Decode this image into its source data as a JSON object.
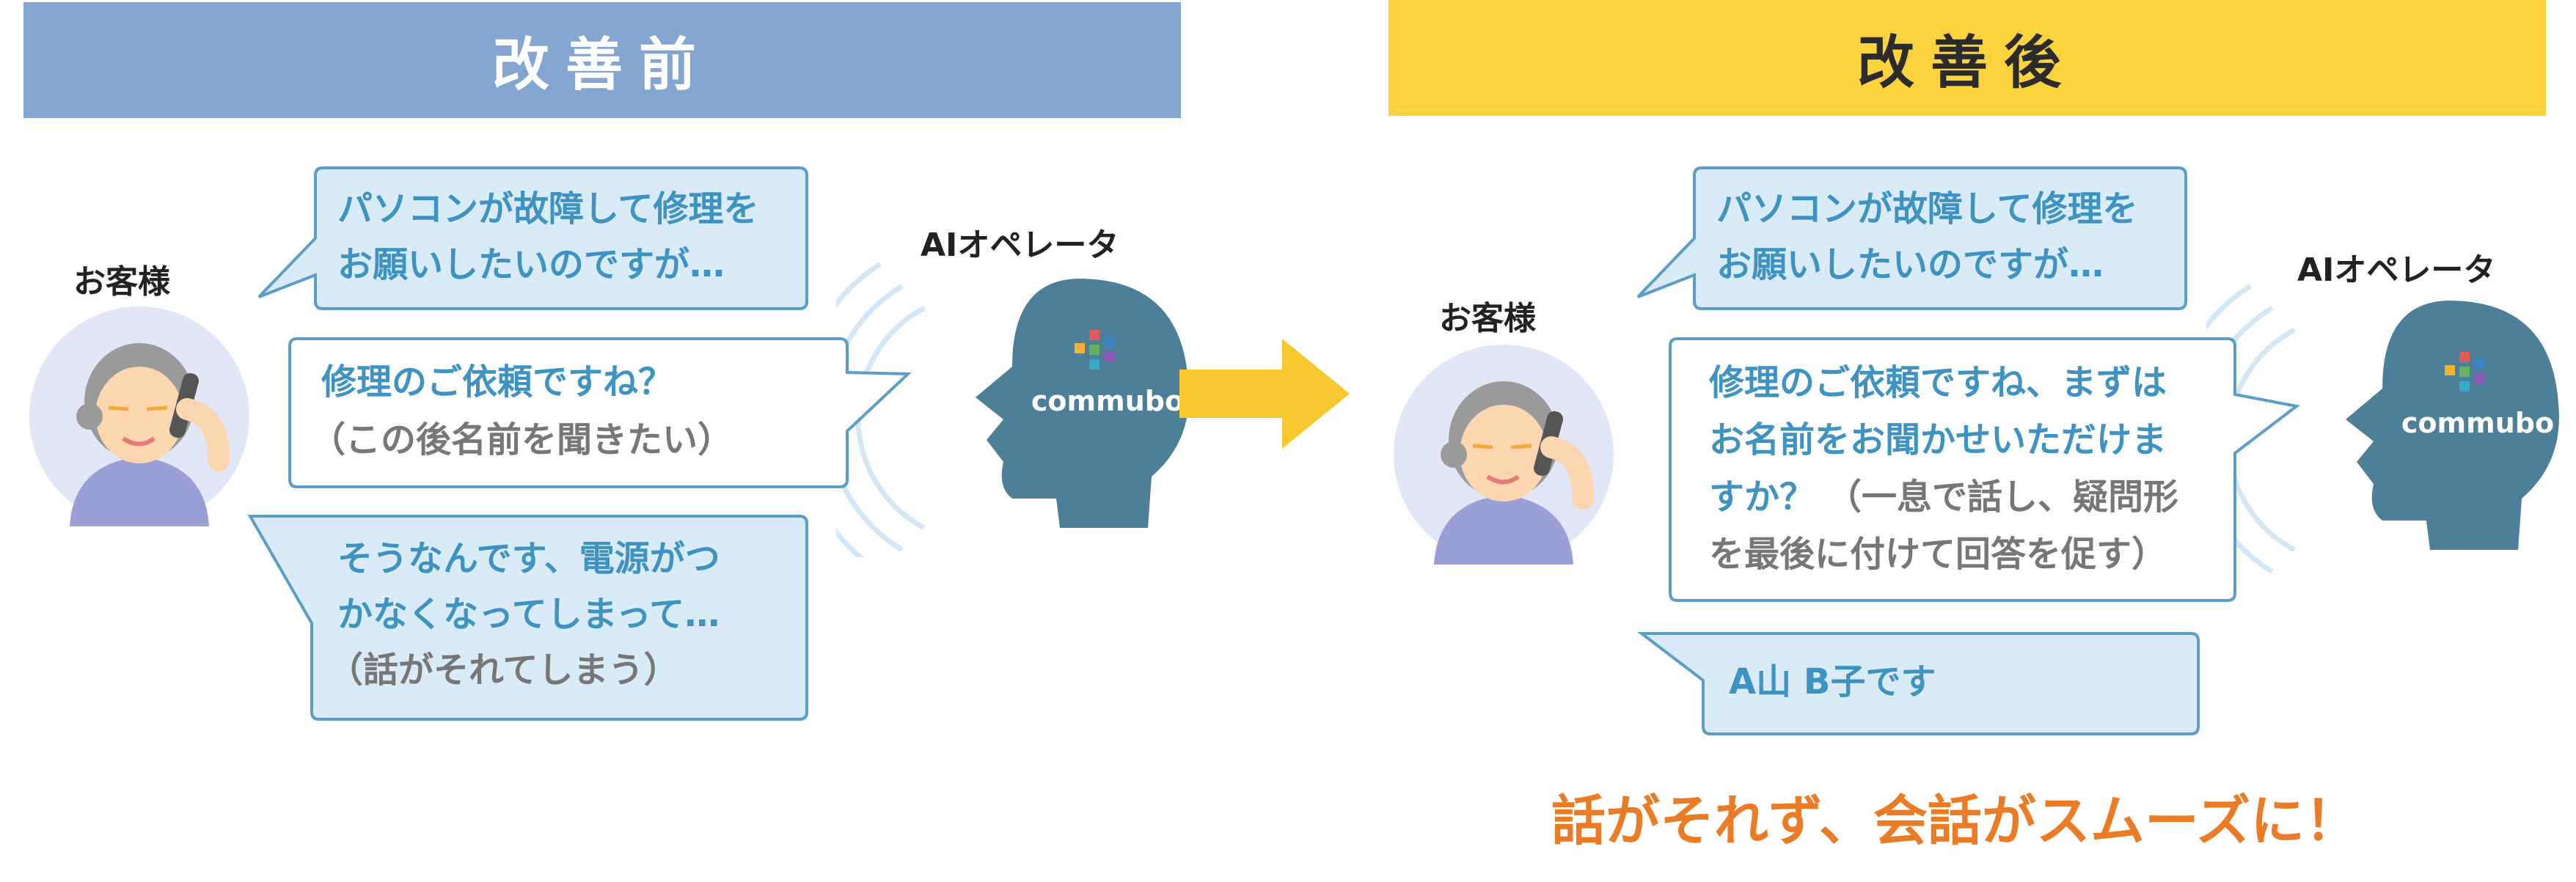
{
  "colors": {
    "before_banner": "#84A5CF",
    "after_banner": "#FBD33D",
    "bubble_fill": "#D9EBF6",
    "bubble_border": "#5C9EC7",
    "bubble_text_blue": "#3E93C2",
    "bubble_text_gray": "#777777",
    "arrow": "#F8C92E",
    "conclusion": "#EC7B26",
    "ai_head": "#4E7F98"
  },
  "before": {
    "banner": "改善前",
    "customer_label": "お客様",
    "ai_label": "AIオペレータ",
    "ai_logo_text": "commubo",
    "bubble1": {
      "line1": "パソコンが故障して修理を",
      "line2": "お願いしたいのですが…"
    },
    "bubble2": {
      "line1": "修理のご依頼ですね？",
      "line2": "（この後名前を聞きたい）"
    },
    "bubble3": {
      "line1": "そうなんです、電源がつ",
      "line2": "かなくなってしまって…",
      "line3": "（話がそれてしまう）"
    }
  },
  "after": {
    "banner": "改善後",
    "customer_label": "お客様",
    "ai_label": "AIオペレータ",
    "ai_logo_text": "commubo",
    "bubble1": {
      "line1": "パソコンが故障して修理を",
      "line2": "お願いしたいのですが…"
    },
    "bubble2": {
      "line1": "修理のご依頼ですね、まずは",
      "line2": "お名前をお聞かせいただけま",
      "line3": "すか？",
      "line3_note": "（一息で話し、疑問形",
      "line4": "を最後に付けて回答を促す）"
    },
    "bubble3": {
      "line1": "A山 B子です"
    },
    "conclusion": "話がそれず、会話がスムーズに！"
  }
}
